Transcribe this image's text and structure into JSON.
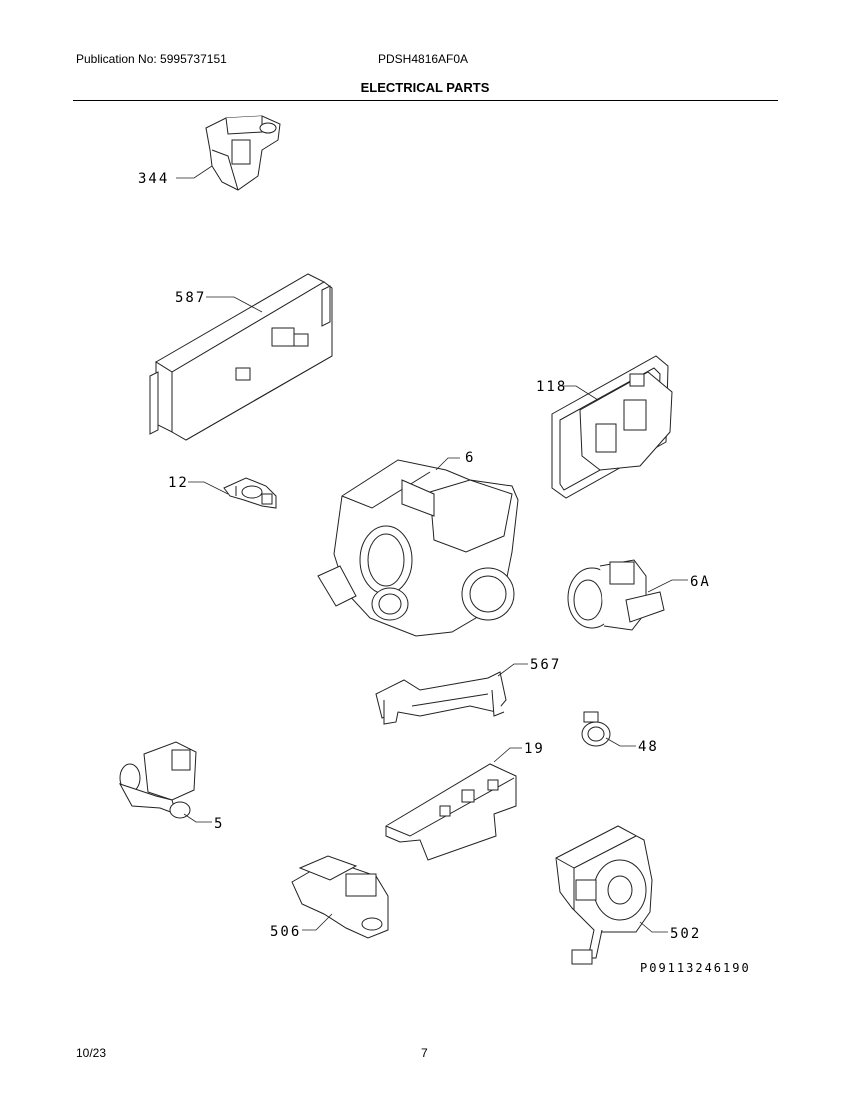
{
  "header": {
    "publication": "Publication No: 5995737151",
    "model": "PDSH4816AF0A",
    "title": "ELECTRICAL PARTS"
  },
  "footer": {
    "date": "10/23",
    "page": "7"
  },
  "parts": {
    "p344": "344",
    "p587": "587",
    "p118": "118",
    "p12": "12",
    "p6": "6",
    "p6a": "6A",
    "p567": "567",
    "p48": "48",
    "p19": "19",
    "p5": "5",
    "p506": "506",
    "p502": "502"
  },
  "diagram_code": "P09113246190"
}
